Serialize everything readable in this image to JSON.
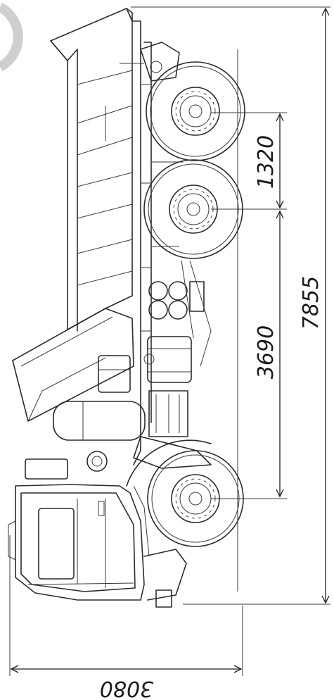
{
  "diagram": {
    "view": "side view, rotated",
    "colors": {
      "line": "#2b2b2b",
      "background": "#ffffff",
      "corner_mark": "#cfcfcf"
    },
    "dimensions": {
      "axle_spacing_rear": "1320",
      "wheelbase_front_to_mid": "3690",
      "overall_length": "7855",
      "overall_height": "3080"
    }
  }
}
